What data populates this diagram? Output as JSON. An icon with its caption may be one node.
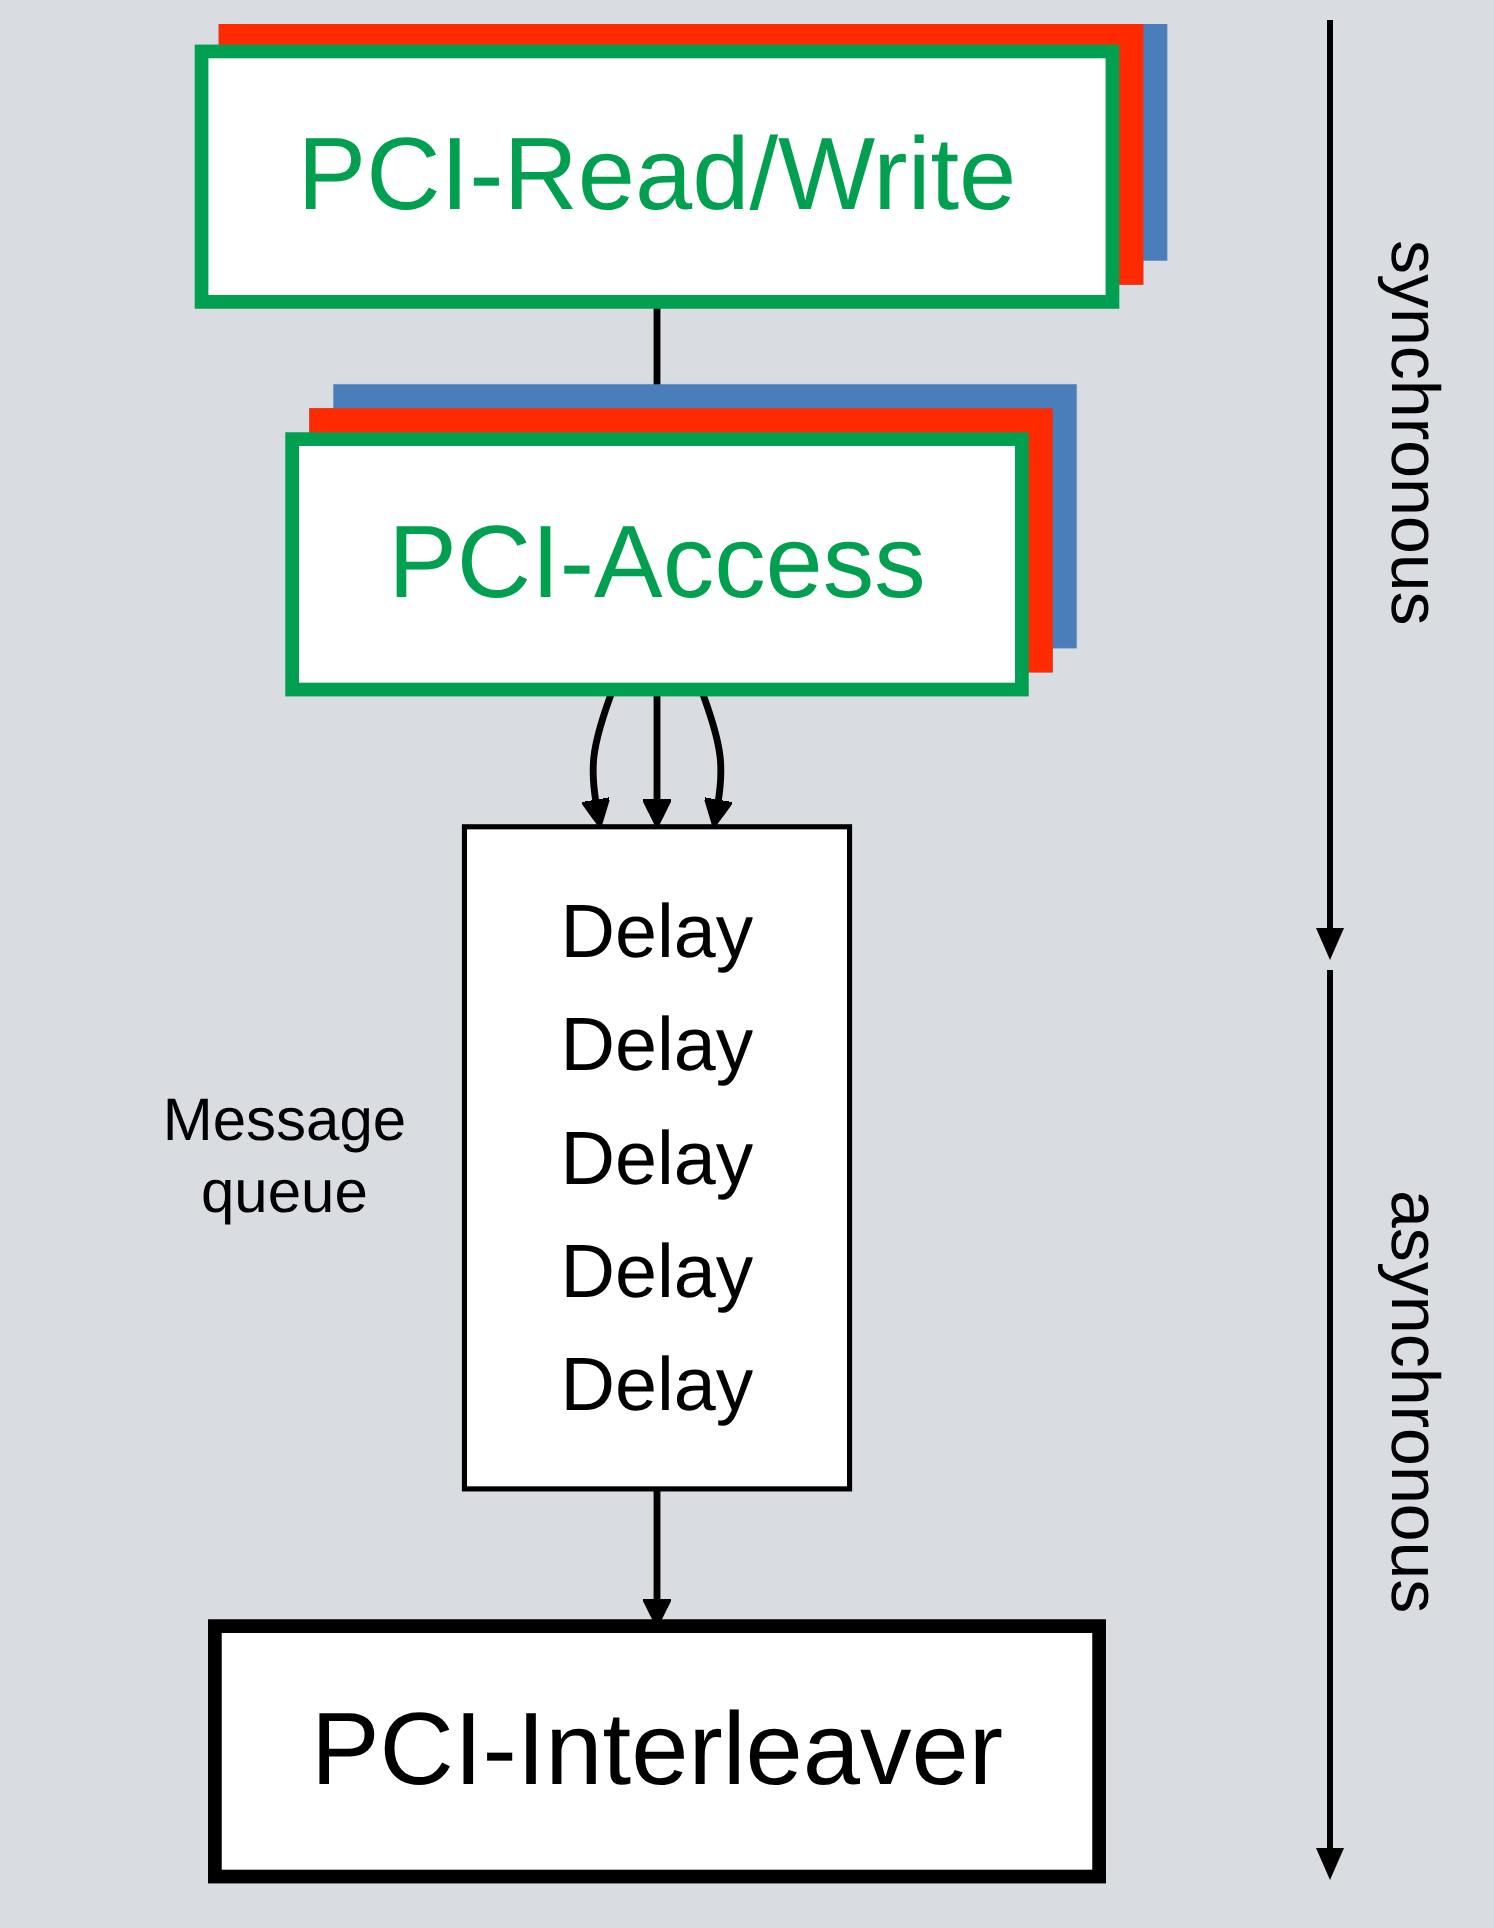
{
  "diagram": {
    "nodes": [
      {
        "text": [
          "PCI-Read/Write"
        ]
      },
      {
        "text": [
          "PCI-Access"
        ]
      },
      {
        "text": [
          "Delay",
          "Delay",
          "Delay",
          "Delay",
          "Delay"
        ],
        "beside": [
          "Message queue"
        ]
      },
      {
        "text": [
          "PCI-Interleaver"
        ]
      }
    ],
    "edges": [
      {
        "from": 0,
        "to": 1,
        "arrow": "to"
      },
      {
        "from": 1,
        "to": 2,
        "arrow": "to"
      },
      {
        "from": 1,
        "to": 2,
        "arrow": "to"
      },
      {
        "from": 1,
        "to": 2,
        "arrow": "to"
      },
      {
        "from": 2,
        "to": 3,
        "arrow": "to"
      }
    ],
    "labels": [
      "synchronous",
      "asynchronous"
    ]
  }
}
